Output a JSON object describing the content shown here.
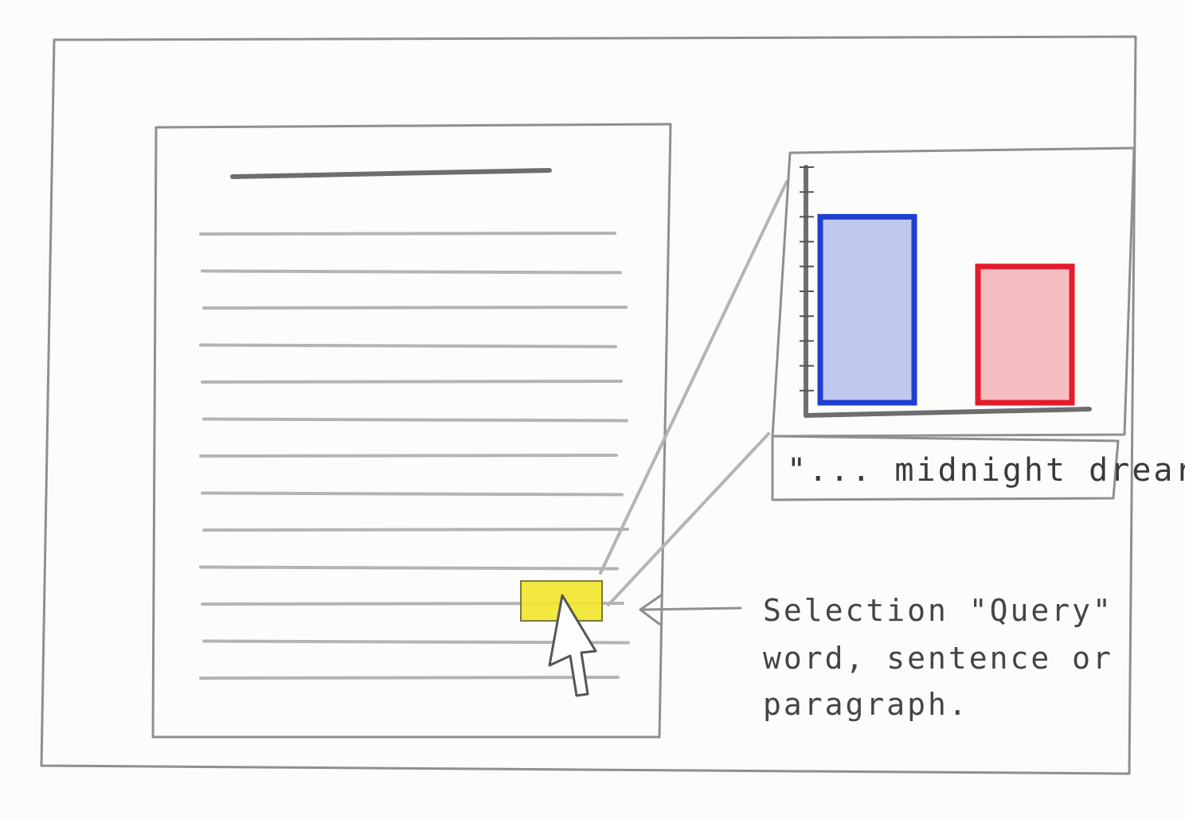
{
  "preview": {
    "caption": "\"... midnight dreary\"",
    "chart_data": {
      "type": "bar",
      "categories": [
        "",
        ""
      ],
      "values": [
        8,
        6
      ],
      "colors": [
        "#1f3fd0",
        "#e21c2c"
      ],
      "title": "",
      "xlabel": "",
      "ylabel": "",
      "ylim": [
        0,
        10
      ],
      "ticks": 10
    }
  },
  "annotation": {
    "lines": [
      "Selection \"Query\"",
      "word, sentence or",
      "paragraph."
    ]
  },
  "colors": {
    "pencil": "#8f8f8f",
    "highlight": "#f2e62a",
    "bar_blue": "#1f3fd0",
    "bar_red": "#e21c2c"
  },
  "document": {
    "text_line_count": 13
  }
}
